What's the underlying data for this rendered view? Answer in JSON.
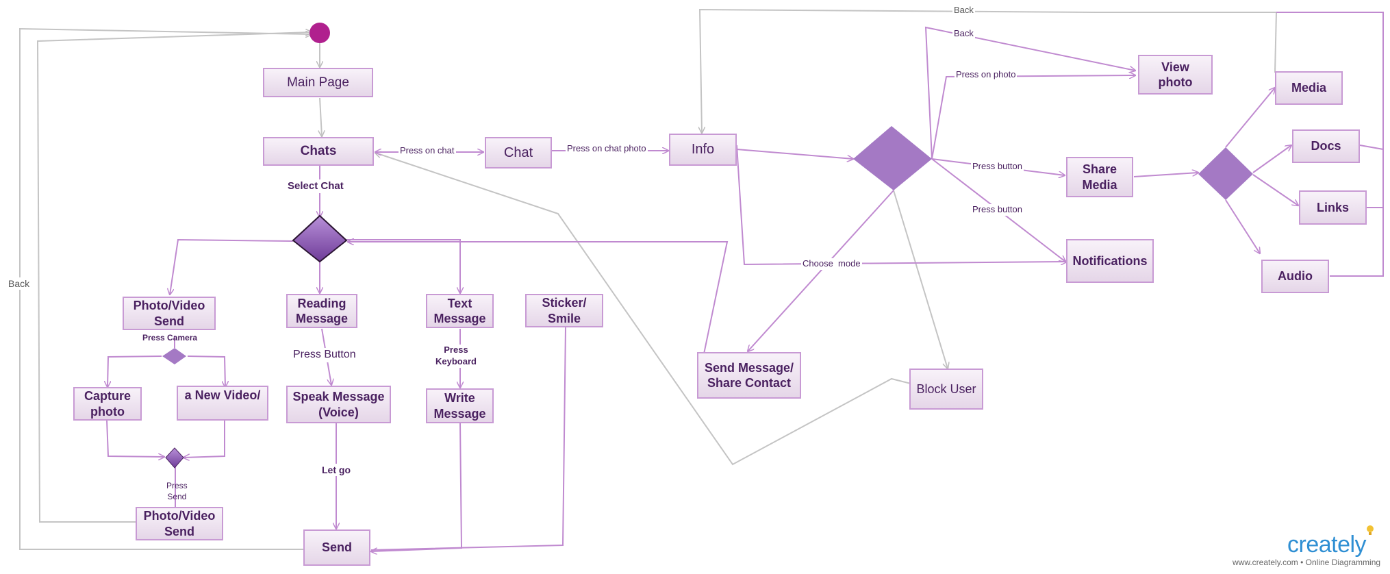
{
  "nodes": {
    "main_page": "Main Page",
    "chats": "Chats",
    "chat": "Chat",
    "info": "Info",
    "photo_video_send_top": "Photo/Video\nSend",
    "reading_message": "Reading\nMessage",
    "text_message": "Text\nMessage",
    "sticker_smile": "Sticker/\nSmile",
    "capture_photo": "Capture\nphoto",
    "new_video": "a New Video/",
    "speak_message": "Speak Message\n(Voice)",
    "write_message": "Write\nMessage",
    "photo_video_send_bottom": "Photo/Video\nSend",
    "send": "Send",
    "send_message_share_contact": "Send Message/\nShare Contact",
    "block_user": "Block User",
    "view_photo": "View\nphoto",
    "share_media": "Share\nMedia",
    "notifications": "Notifications",
    "media": "Media",
    "docs": "Docs",
    "links": "Links",
    "audio": "Audio"
  },
  "labels": {
    "press_on_chat": "Press on chat",
    "press_on_chat_photo": "Press on chat photo",
    "select_chat": "Select Chat",
    "press_camera": "Press Camera",
    "press_button": "Press Button",
    "press_keyboard": "Press\nKeyboard",
    "let_go": "Let go",
    "press_send": "Press\nSend",
    "back_left": "Back",
    "back_top": "Back",
    "back_inner": "Back",
    "press_on_photo": "Press on photo",
    "press_button_share": "Press button",
    "press_button_notifications": "Press button",
    "choose_mode": "Choose  mode"
  },
  "branding": {
    "logo": "creately",
    "tagline": "www.creately.com • Online Diagramming"
  },
  "colors": {
    "node_border": "#c89ad4",
    "node_text": "#4a2160",
    "connector_purple": "#c08ad0",
    "connector_gray": "#c4c4c4",
    "decision_fill": "#a479c4",
    "start_fill": "#b0208e",
    "logo": "#2f8fd3"
  }
}
